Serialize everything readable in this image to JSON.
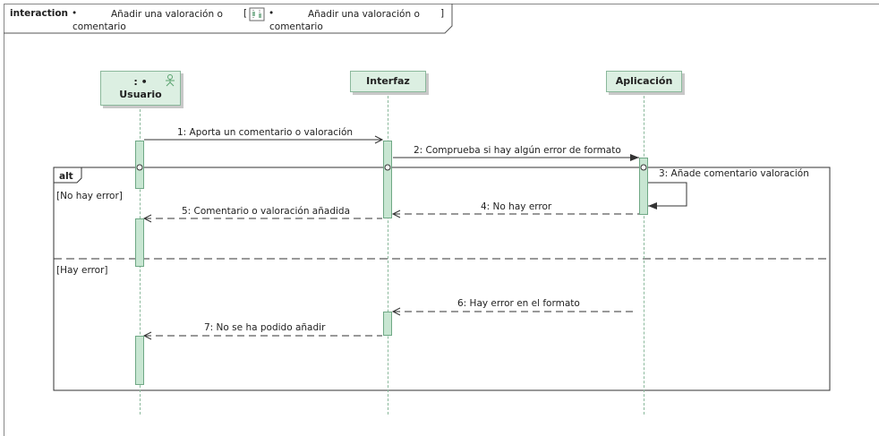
{
  "header": {
    "keyword": "interaction",
    "bullet": "•",
    "name_line1": "Añadir una valoración o",
    "name_line2": "comentario",
    "bracket_open": "[",
    "bracket_close": "]",
    "ref_bullet": "•",
    "ref_line1": "Añadir una valoración o",
    "ref_line2": "comentario",
    "diagram_icon": "sequence-diagram-icon"
  },
  "lifelines": [
    {
      "prefix": ": •",
      "name": "Usuario",
      "icon": "actor-icon"
    },
    {
      "name": "Interfaz"
    },
    {
      "name": "Aplicación"
    }
  ],
  "fragment": {
    "operator": "alt",
    "guards": [
      "[No hay error]",
      "[Hay error]"
    ]
  },
  "messages": [
    {
      "label": "1: Aporta un comentario o valoración",
      "kind": "sync"
    },
    {
      "label": "2: Comprueba si hay algún error de formato",
      "kind": "sync"
    },
    {
      "label": "3: Añade comentario valoración",
      "kind": "self"
    },
    {
      "label": "4: No hay error",
      "kind": "reply"
    },
    {
      "label": "5: Comentario o valoración añadida",
      "kind": "reply"
    },
    {
      "label": "6: Hay error en el formato",
      "kind": "reply"
    },
    {
      "label": "7: No se ha podido añadir",
      "kind": "reply"
    }
  ],
  "colors": {
    "lifeline_fill": "#dcefe2",
    "lifeline_border": "#8ab89b",
    "activation_fill": "#c8e6d2",
    "line": "#333333"
  }
}
